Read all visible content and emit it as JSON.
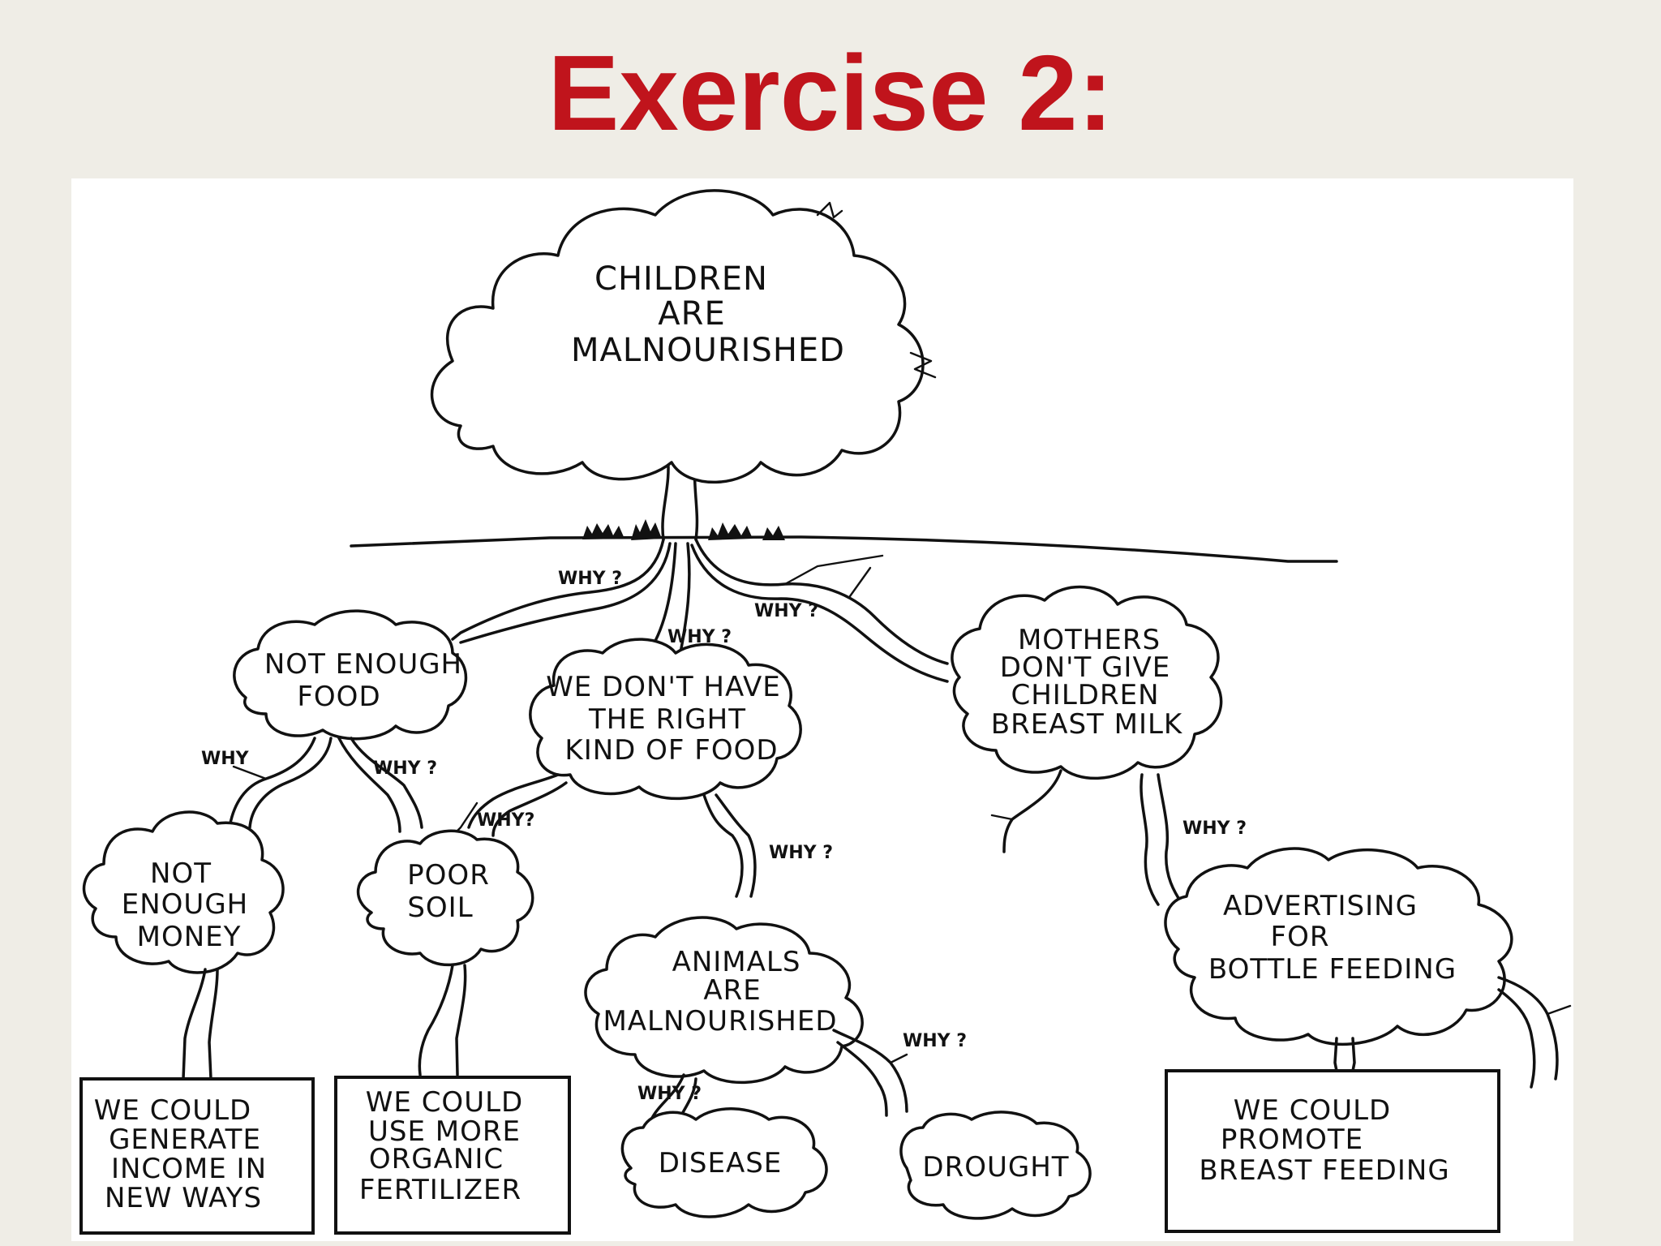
{
  "slide": {
    "title": "Exercise 2:"
  },
  "problem": {
    "lines": [
      "CHILDREN",
      "ARE",
      "MALNOURISHED"
    ]
  },
  "causes": {
    "not_enough_food": [
      "NOT ENOUGH",
      "FOOD"
    ],
    "wrong_food": [
      "WE DON'T HAVE",
      "THE RIGHT",
      "KIND OF FOOD"
    ],
    "no_breast_milk": [
      "MOTHERS",
      "DON'T GIVE",
      "CHILDREN",
      "BREAST MILK"
    ],
    "not_enough_money": [
      "NOT",
      "ENOUGH",
      "MONEY"
    ],
    "poor_soil": [
      "POOR",
      "SOIL"
    ],
    "animals_malnourished": [
      "ANIMALS",
      "ARE",
      "MALNOURISHED"
    ],
    "advertising": [
      "ADVERTISING",
      "FOR",
      "BOTTLE FEEDING"
    ],
    "disease": [
      "DISEASE"
    ],
    "drought": [
      "DROUGHT"
    ]
  },
  "solutions": {
    "generate_income": [
      "WE COULD",
      "GENERATE",
      "INCOME IN",
      "NEW WAYS"
    ],
    "organic_fertilizer": [
      "WE COULD",
      "USE MORE",
      "ORGANIC",
      "FERTILIZER"
    ],
    "promote_breastfeeding": [
      "WE COULD",
      "PROMOTE",
      "BREAST FEEDING"
    ]
  },
  "why_labels": {
    "main_left": "WHY ?",
    "main_mid": "WHY ?",
    "main_right": "WHY ?",
    "food_left": "WHY",
    "food_right": "WHY ?",
    "kind_left": "WHY?",
    "kind_right": "WHY ?",
    "mothers": "WHY ?",
    "animals_left": "WHY ?",
    "animals_right": "WHY ?"
  }
}
